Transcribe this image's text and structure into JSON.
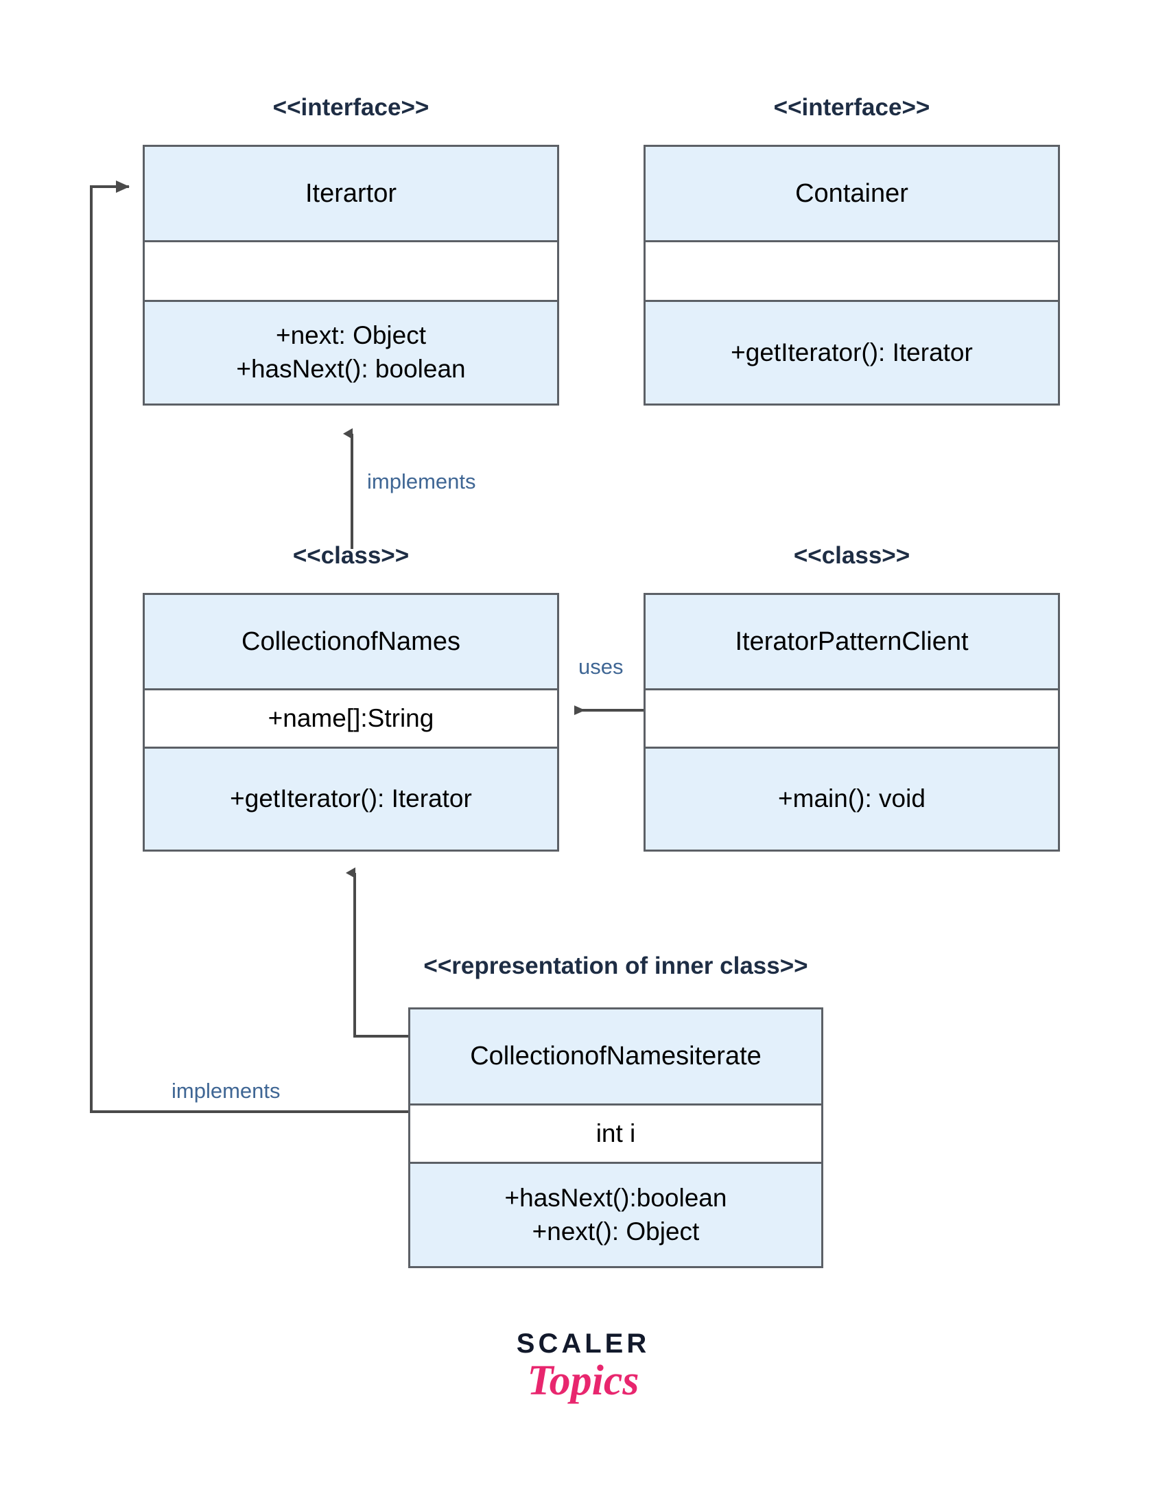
{
  "diagram": {
    "title": "Iterator Design Pattern UML Class Diagram",
    "background_color": "#ffffff",
    "box_fill_color": "#e3f0fb",
    "box_border_color": "#5c6066",
    "stereotype_color": "#1e2d44",
    "edge_label_color": "#3f6694",
    "connector_color": "#4a4a4a"
  },
  "boxes": {
    "iterator": {
      "stereotype": "<<interface>>",
      "name": "Iterartor",
      "attributes": "",
      "methods": "+next: Object\n+hasNext(): boolean"
    },
    "container": {
      "stereotype": "<<interface>>",
      "name": "Container",
      "attributes": "",
      "methods": "+getIterator(): Iterator"
    },
    "collection_of_names": {
      "stereotype": "<<class>>",
      "name": "CollectionofNames",
      "attributes": "+name[]:String",
      "methods": "+getIterator(): Iterator"
    },
    "iterator_pattern_client": {
      "stereotype": "<<class>>",
      "name": "IteratorPatternClient",
      "attributes": "",
      "methods": "+main(): void"
    },
    "collection_of_names_iterate": {
      "stereotype": "<<representation of inner class>>",
      "name": "CollectionofNamesiterate",
      "attributes": "int i",
      "methods": "+hasNext():boolean\n+next(): Object"
    }
  },
  "relationships": {
    "implements_iterator_from_collection": "implements",
    "uses_collection_from_client": "uses",
    "implements_iterator_from_inner": "implements"
  },
  "logo": {
    "primary": "SCALER",
    "secondary": "Topics"
  }
}
